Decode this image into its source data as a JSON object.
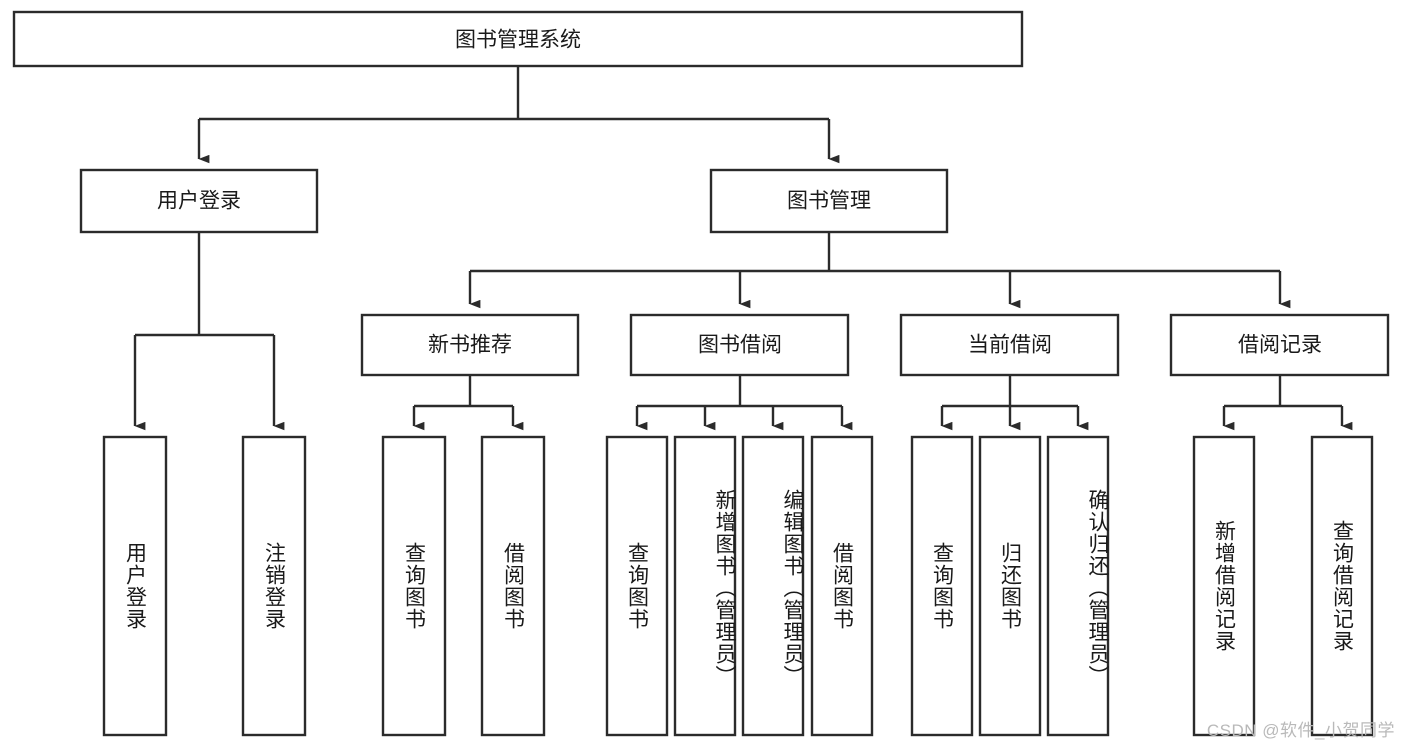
{
  "diagram": {
    "type": "tree",
    "title": "图书管理系统",
    "root": {
      "label": "图书管理系统"
    },
    "level2": [
      {
        "label": "用户登录"
      },
      {
        "label": "图书管理"
      }
    ],
    "level3": [
      {
        "label": "新书推荐"
      },
      {
        "label": "图书借阅"
      },
      {
        "label": "当前借阅"
      },
      {
        "label": "借阅记录"
      }
    ],
    "leaves": {
      "user_login": [
        {
          "label": "用户登录"
        },
        {
          "label": "注销登录"
        }
      ],
      "new_book_recommend": [
        {
          "label": "查询图书"
        },
        {
          "label": "借阅图书"
        }
      ],
      "book_borrow": [
        {
          "label": "查询图书"
        },
        {
          "label": "新增图书（管理员）"
        },
        {
          "label": "编辑图书（管理员）"
        },
        {
          "label": "借阅图书"
        }
      ],
      "current_borrow": [
        {
          "label": "查询图书"
        },
        {
          "label": "归还图书"
        },
        {
          "label": "确认归还（管理员）"
        }
      ],
      "borrow_record": [
        {
          "label": "新增借阅记录"
        },
        {
          "label": "查询借阅记录"
        }
      ]
    }
  },
  "watermark": {
    "text": "CSDN @软件_小贺同学"
  },
  "colors": {
    "stroke": "#2b2b2b",
    "node_fill": "#ffffff",
    "text": "#1a1a1a",
    "watermark": "#b9b9b9",
    "background": "#ffffff"
  }
}
